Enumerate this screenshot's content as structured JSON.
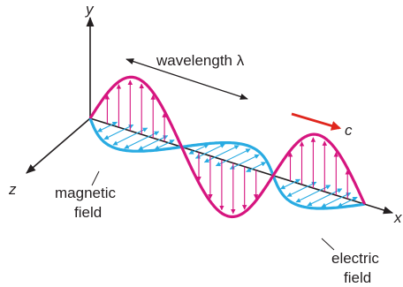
{
  "labels": {
    "y_axis": "y",
    "x_axis": "x",
    "z_axis": "z",
    "wavelength": "wavelength λ",
    "speed": "c",
    "magnetic_line1": "magnetic",
    "magnetic_line2": "field",
    "electric_line1": "electric",
    "electric_line2": "field"
  },
  "colors": {
    "electric": "#d6157f",
    "magnetic": "#29abe2",
    "axis": "#231f20",
    "velocity_arrow": "#e0261d"
  },
  "icons": {
    "velocity": "right-arrow",
    "axes": "3d-axes"
  }
}
